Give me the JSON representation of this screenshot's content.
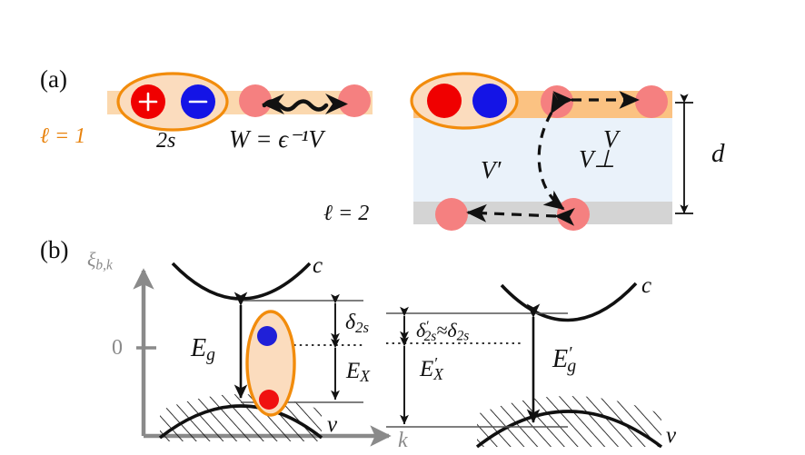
{
  "figure": {
    "type": "scientific-diagram",
    "caption_tags": {
      "a": "(a)",
      "b": "(b)"
    },
    "colors": {
      "orange_accent": "#E8820C",
      "band_layer_light": "#FBD8AE",
      "band_layer_strong": "#FBC282",
      "dielectric": "#EAF2FA",
      "substrate": "#D4D4D4",
      "electron_blue": "#1414E6",
      "hole_red": "#F00000",
      "carrier_pink": "#F58080",
      "exciton_fill": "#FBDCBE",
      "axis_gray": "#8a8a8a",
      "ink": "#111111"
    }
  },
  "panel_a": {
    "tag": "(a)",
    "left": {
      "layer_label": "ℓ = 1",
      "exciton_state_label": "2s",
      "interaction_label": "W = ϵ⁻¹V",
      "particles": [
        {
          "name": "hole",
          "glyph": "+",
          "color": "#F00000"
        },
        {
          "name": "electron",
          "glyph": "−",
          "color": "#1414E6"
        },
        {
          "name": "carrier-left",
          "glyph": "",
          "color": "#F58080"
        },
        {
          "name": "carrier-right",
          "glyph": "",
          "color": "#F58080"
        }
      ]
    },
    "right": {
      "layer_label_bottom": "ℓ = 2",
      "couplings": [
        {
          "name": "V",
          "label": "V"
        },
        {
          "name": "V-perp",
          "label": "V⊥"
        },
        {
          "name": "V-prime",
          "label": "V′"
        }
      ],
      "separation_label": "d"
    }
  },
  "panel_b": {
    "tag": "(b)",
    "axes": {
      "ylabel": "ξ b,k",
      "xlabel": "k",
      "ytick_zero": "0"
    },
    "left_diagram": {
      "conduction_band_label": "c",
      "valence_band_label": "v",
      "gap_label": "Eg",
      "exciton_energy_label": "EX",
      "detuning_label": "δ2s"
    },
    "right_diagram": {
      "conduction_band_label": "c",
      "valence_band_label": "v",
      "gap_label": "E′g",
      "exciton_energy_label": "E′X",
      "detuning_label": "δ′2s ≈ δ2s"
    }
  }
}
